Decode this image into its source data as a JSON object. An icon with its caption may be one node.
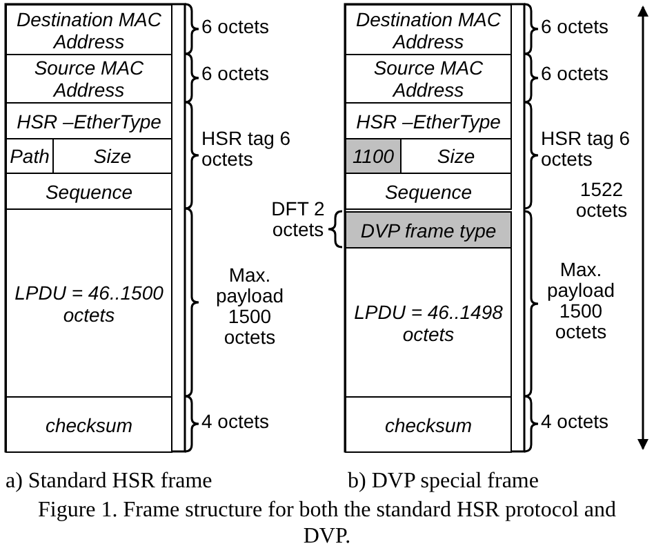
{
  "diagram": {
    "caption": "Figure 1.   Frame structure for both the standard HSR protocol and DVP.",
    "nodes": [
      {
        "text": [
          "Destination MAC Address"
        ]
      },
      {
        "text": [
          "Source MAC Address"
        ]
      },
      {
        "text": [
          "HSR –EtherType"
        ]
      },
      {
        "text": [
          "Path"
        ]
      },
      {
        "text": [
          "Size"
        ]
      },
      {
        "text": [
          "Sequence"
        ]
      },
      {
        "text": [
          "LPDU = 46..1500 octets"
        ]
      },
      {
        "text": [
          "checksum"
        ]
      },
      {
        "text": [
          "Destination MAC Address"
        ]
      },
      {
        "text": [
          "Source MAC Address"
        ]
      },
      {
        "text": [
          "HSR –EtherType"
        ]
      },
      {
        "text": [
          "1100"
        ]
      },
      {
        "text": [
          "Size"
        ]
      },
      {
        "text": [
          "Sequence"
        ]
      },
      {
        "text": [
          "DVP  frame type"
        ]
      },
      {
        "text": [
          "LPDU = 46..1498 octets"
        ]
      },
      {
        "text": [
          "checksum"
        ]
      }
    ],
    "labels": [
      "6 octets",
      "6 octets",
      "HSR tag 6 octets",
      "Max. payload 1500 octets",
      "4 octets",
      "6 octets",
      "6 octets",
      "HSR tag 6 octets",
      "DFT 2 octets",
      "1522 octets",
      "Max. payload 1500 octets",
      "4 octets",
      "a) Standard HSR frame",
      "b) DVP special frame"
    ]
  }
}
